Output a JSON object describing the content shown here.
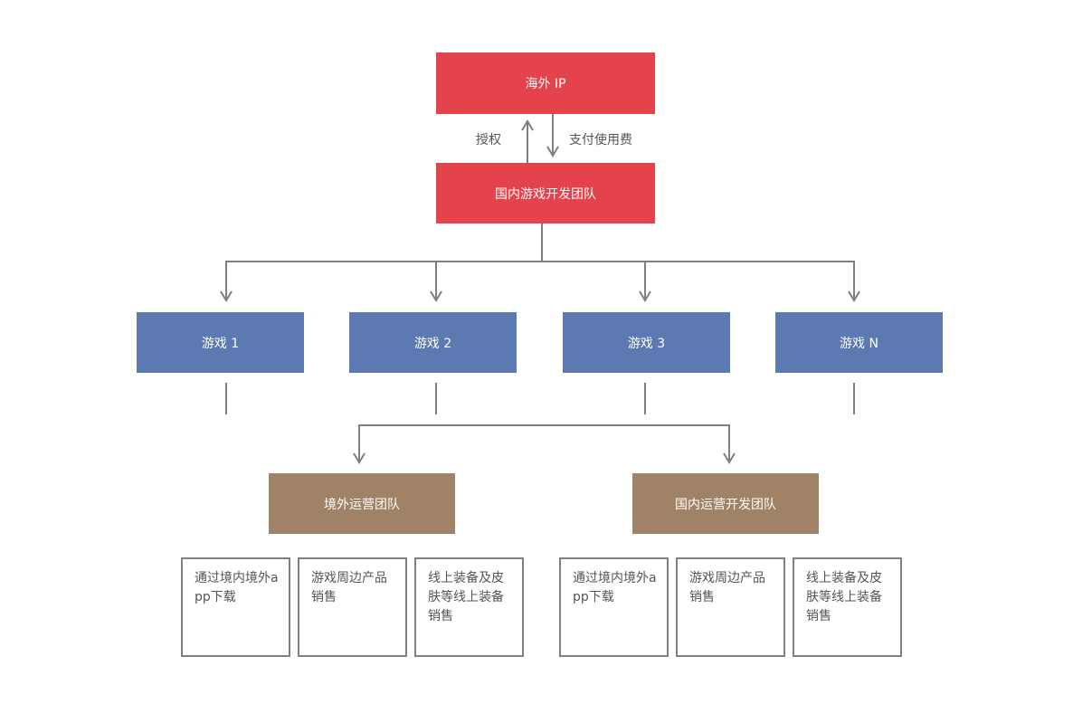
{
  "diagram": {
    "top": {
      "overseas_ip": "海外 IP"
    },
    "edges": {
      "authorize": "授权",
      "pay_fee": "支付使用费"
    },
    "dev_team": "国内游戏开发团队",
    "games": [
      {
        "label": "游戏 1"
      },
      {
        "label": "游戏 2"
      },
      {
        "label": "游戏 3"
      },
      {
        "label": "游戏 N"
      }
    ],
    "ops_teams": [
      {
        "label": "境外运营团队"
      },
      {
        "label": "国内运营开发团队"
      }
    ],
    "channels_left": [
      {
        "text": "通过境内境外app下载"
      },
      {
        "text": "游戏周边产品销售"
      },
      {
        "text": "线上装备及皮肤等线上装备销售"
      }
    ],
    "channels_right": [
      {
        "text": "通过境内境外app下载"
      },
      {
        "text": "游戏周边产品销售"
      },
      {
        "text": "线上装备及皮肤等线上装备销售"
      }
    ],
    "colors": {
      "red": "#e4434b",
      "blue": "#5d79b2",
      "brown": "#a08267",
      "line": "#7f7f7f"
    }
  }
}
